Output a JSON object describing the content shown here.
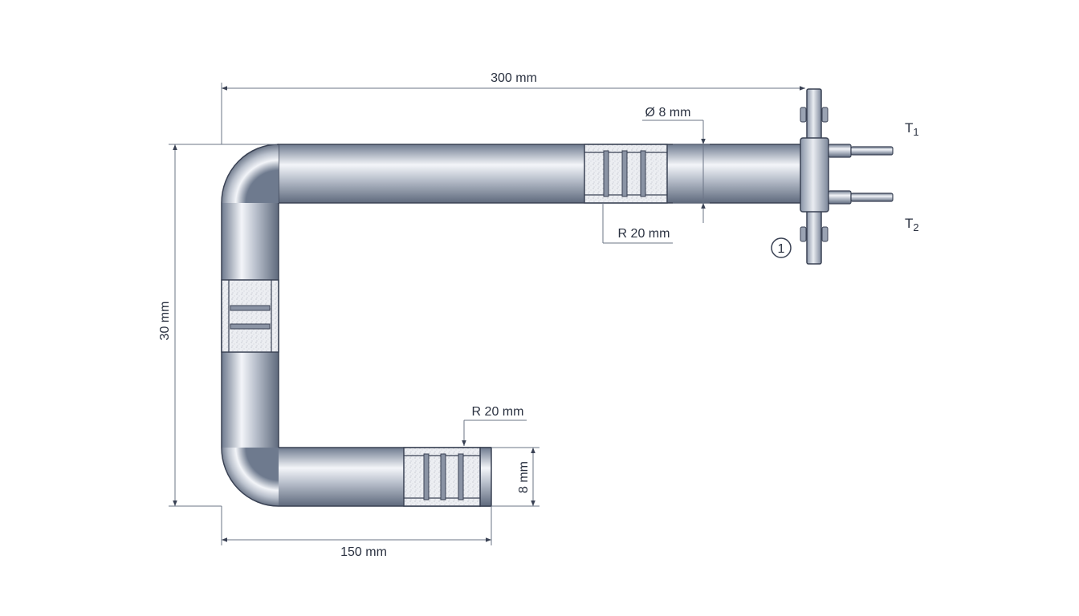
{
  "dimensions": {
    "overall_length": "300 mm",
    "overall_height": "30 mm",
    "bottom_length": "150 mm",
    "tube_diameter": "Ø 8 mm",
    "bend_radius_top": "R 20 mm",
    "bend_radius_bottom": "R 20 mm",
    "end_size": "8 mm"
  },
  "terminals": {
    "t1_letter": "T",
    "t1_sub": "1",
    "t2_letter": "T",
    "t2_sub": "2"
  },
  "callout": {
    "number": "1"
  },
  "colors": {
    "tube_dark": "#6e7a8e",
    "tube_light": "#f3f5f9",
    "outline": "#3a4254",
    "dimension_line": "#6b7486",
    "insulator": "#e6e8ec"
  }
}
